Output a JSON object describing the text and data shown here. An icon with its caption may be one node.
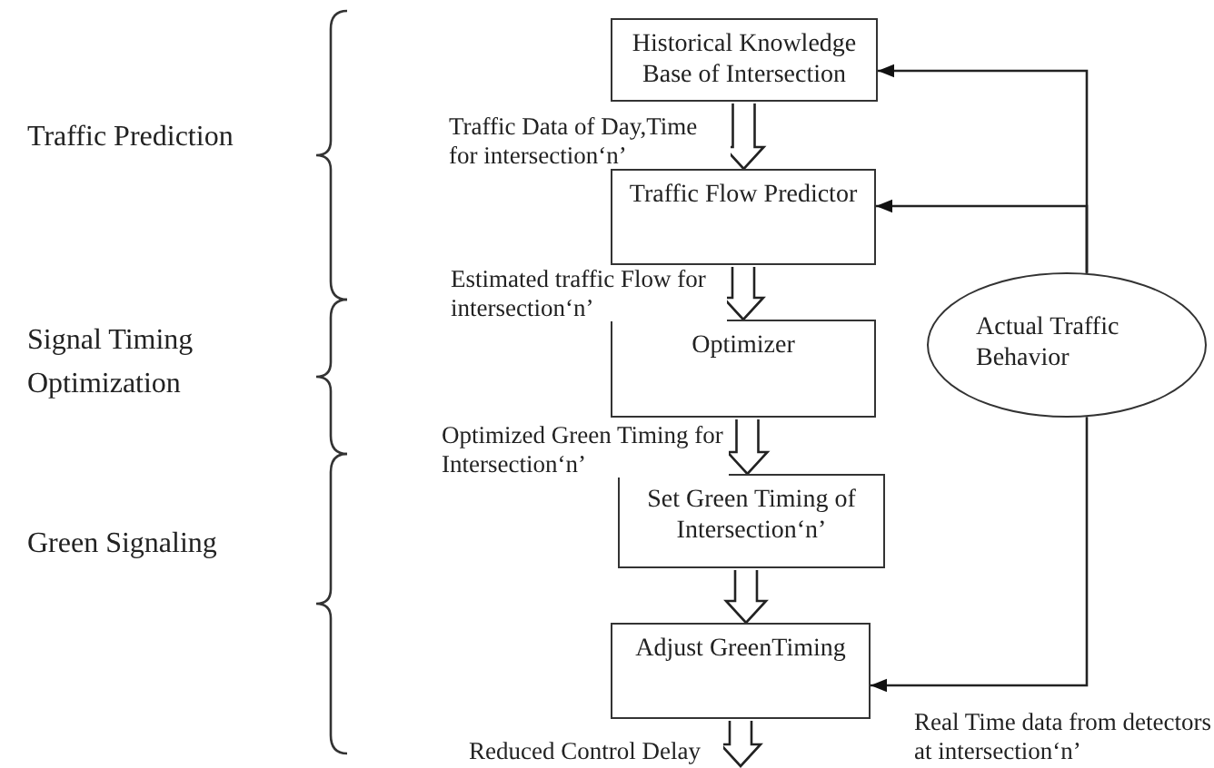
{
  "diagram": {
    "nodes": [
      {
        "text": [
          "Historical Knowledge Base of Intersection"
        ]
      },
      {
        "text": [
          "Traffic Flow Predictor"
        ]
      },
      {
        "text": [
          "Optimizer"
        ]
      },
      {
        "text": [
          "Set Green Timing of Intersection‘n’"
        ]
      },
      {
        "text": [
          "Adjust GreenTiming"
        ]
      },
      {
        "text": [
          "Actual Traffic Behavior"
        ]
      }
    ],
    "edges": [
      {
        "from": 0,
        "to": 1,
        "arrow": "to",
        "style": "thick",
        "label": "Traffic Data of Day,Time for intersection‘n’"
      },
      {
        "from": 1,
        "to": 2,
        "arrow": "to",
        "style": "thick",
        "label": "Estimated traffic Flow for intersection‘n’"
      },
      {
        "from": 2,
        "to": 3,
        "arrow": "to",
        "style": "thick",
        "label": "Optimized Green Timing for Intersection‘n’"
      },
      {
        "from": 3,
        "to": 4,
        "arrow": "to",
        "style": "thick"
      },
      {
        "from": 4,
        "to": null,
        "arrow": "to",
        "style": "thick",
        "label": "Reduced Control Delay"
      },
      {
        "from": 5,
        "to": 0,
        "arrow": "to"
      },
      {
        "from": 5,
        "to": 1,
        "arrow": "to"
      },
      {
        "from": 5,
        "to": 4,
        "arrow": "to",
        "label": "Real Time data from detectors at intersection‘n’"
      }
    ],
    "labels": [
      "Traffic Prediction",
      "Signal Timing Optimization",
      "Green Signaling"
    ]
  }
}
